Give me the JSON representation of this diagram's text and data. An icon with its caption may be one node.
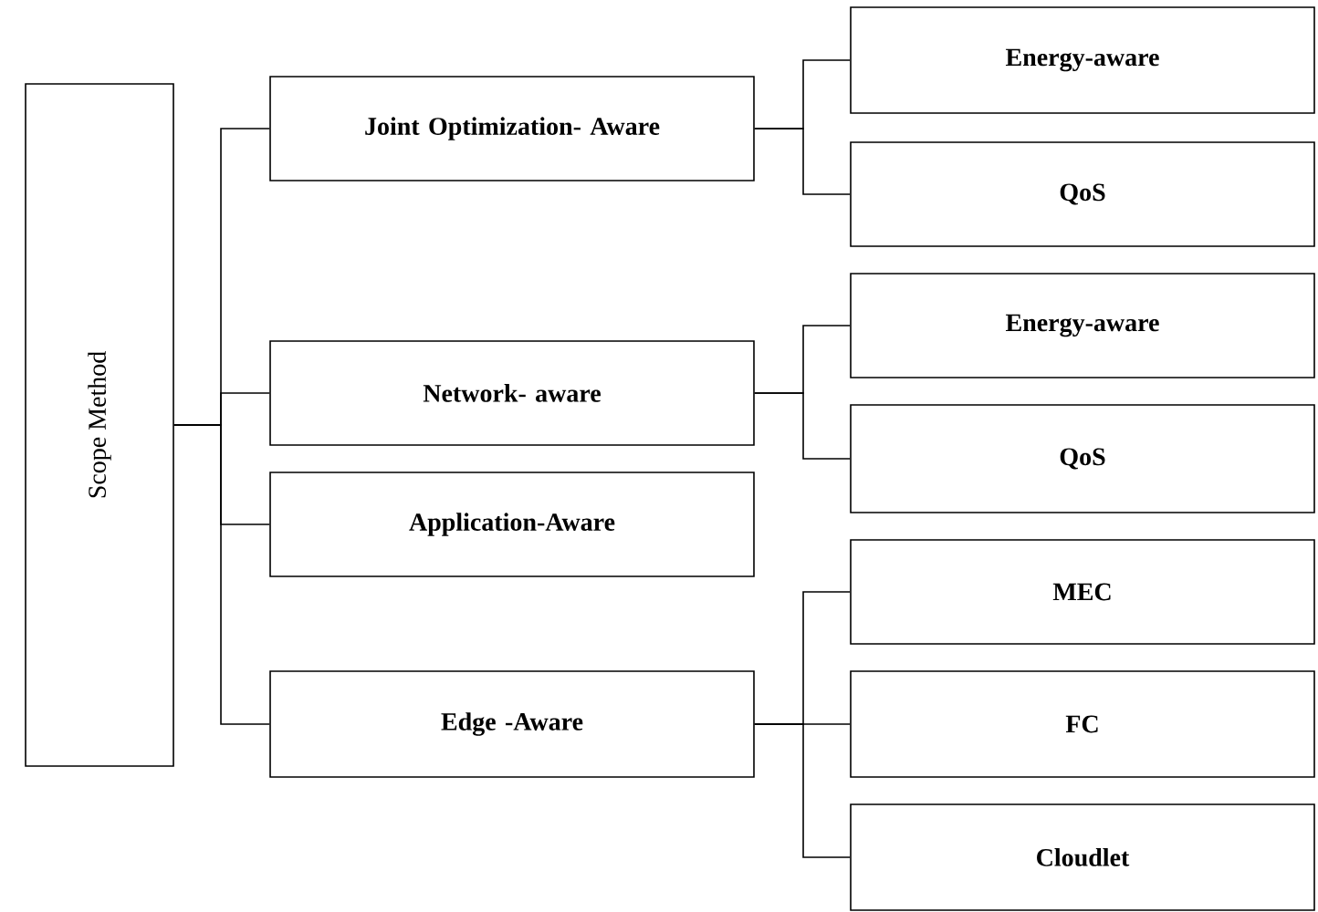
{
  "diagram": {
    "nodes": [
      {
        "text": [
          "Scope Method"
        ]
      },
      {
        "text": [
          "Joint Optimization- Aware"
        ]
      },
      {
        "text": [
          "Network- aware"
        ]
      },
      {
        "text": [
          "Application-Aware"
        ]
      },
      {
        "text": [
          "Edge -Aware"
        ]
      },
      {
        "text": [
          "Energy-aware"
        ]
      },
      {
        "text": [
          "QoS"
        ]
      },
      {
        "text": [
          "Energy-aware"
        ]
      },
      {
        "text": [
          "QoS"
        ]
      },
      {
        "text": [
          "MEC"
        ]
      },
      {
        "text": [
          "FC"
        ]
      },
      {
        "text": [
          "Cloudlet"
        ]
      }
    ],
    "edges": [
      {
        "from": 0,
        "to": 1,
        "arrow": "none"
      },
      {
        "from": 0,
        "to": 2,
        "arrow": "none"
      },
      {
        "from": 0,
        "to": 3,
        "arrow": "none"
      },
      {
        "from": 0,
        "to": 4,
        "arrow": "none"
      },
      {
        "from": 1,
        "to": 5,
        "arrow": "none"
      },
      {
        "from": 1,
        "to": 6,
        "arrow": "none"
      },
      {
        "from": 2,
        "to": 7,
        "arrow": "none"
      },
      {
        "from": 2,
        "to": 8,
        "arrow": "none"
      },
      {
        "from": 4,
        "to": 9,
        "arrow": "none"
      },
      {
        "from": 4,
        "to": 10,
        "arrow": "none"
      },
      {
        "from": 4,
        "to": 11,
        "arrow": "none"
      }
    ]
  }
}
